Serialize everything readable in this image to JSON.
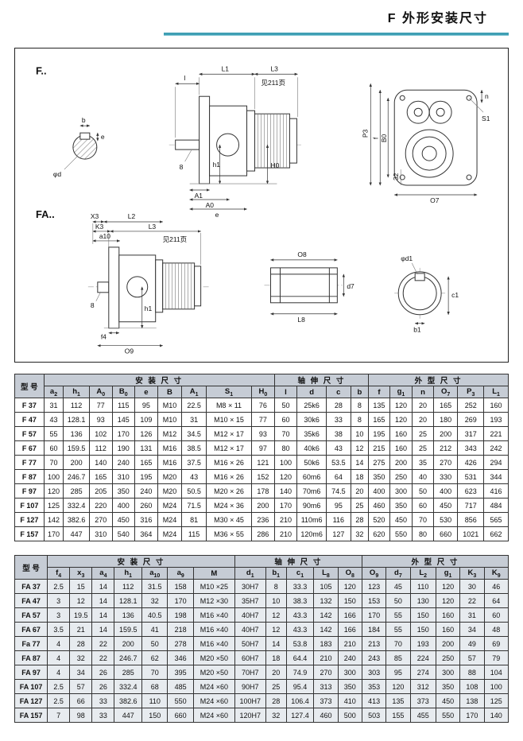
{
  "page": {
    "title": "F 外形安装尺寸"
  },
  "drawings": {
    "f_label": "F..",
    "fa_label": "FA..",
    "labels": {
      "b": "b",
      "e_detail": "e",
      "phi_d": "φd",
      "L1": "L1",
      "l": "l",
      "L3": "L3",
      "see_page": "见211页",
      "eight": "8",
      "h1": "h1",
      "H0": "H0",
      "A1": "A1",
      "A0": "A0",
      "e": "e",
      "n": "n",
      "P3": "P3",
      "f": "f",
      "B0": "B0",
      "s32": "32",
      "S1": "S1",
      "O7": "O7",
      "X3": "X3",
      "L2": "L2",
      "K3": "K3",
      "a10": "a10",
      "L3fa": "L3",
      "see_page2": "见211页",
      "h1fa": "h1",
      "eight2": "8",
      "f4": "f4",
      "O9": "O9",
      "O8": "O8",
      "L8": "L8",
      "d7": "d7",
      "phi_d1": "φd1",
      "c1": "c1",
      "b1": "b1"
    }
  },
  "table1": {
    "model_header": "型 号",
    "groups": [
      {
        "label": "安 装 尺 寸",
        "span": 9
      },
      {
        "label": "轴 伸 尺 寸",
        "span": 4
      },
      {
        "label": "外 型 尺 寸",
        "span": 6
      }
    ],
    "columns": [
      "a2",
      "h1",
      "A0",
      "B0",
      "e",
      "B",
      "A1",
      "S1",
      "H0",
      "l",
      "d",
      "c",
      "b",
      "f",
      "g1",
      "n",
      "O7",
      "P3",
      "L1"
    ],
    "rows": [
      {
        "model": "F 37",
        "values": [
          "31",
          "112",
          "77",
          "115",
          "95",
          "M10",
          "22.5",
          "M8 × 11",
          "76",
          "50",
          "25k6",
          "28",
          "8",
          "135",
          "120",
          "20",
          "165",
          "252",
          "160"
        ]
      },
      {
        "model": "F 47",
        "values": [
          "43",
          "128.1",
          "93",
          "145",
          "109",
          "M10",
          "31",
          "M10 × 15",
          "77",
          "60",
          "30k6",
          "33",
          "8",
          "165",
          "120",
          "20",
          "180",
          "269",
          "193"
        ]
      },
      {
        "model": "F 57",
        "values": [
          "55",
          "136",
          "102",
          "170",
          "126",
          "M12",
          "34.5",
          "M12 × 17",
          "93",
          "70",
          "35k6",
          "38",
          "10",
          "195",
          "160",
          "25",
          "200",
          "317",
          "221"
        ]
      },
      {
        "model": "F 67",
        "values": [
          "60",
          "159.5",
          "112",
          "190",
          "131",
          "M16",
          "38.5",
          "M12 × 17",
          "97",
          "80",
          "40k6",
          "43",
          "12",
          "215",
          "160",
          "25",
          "212",
          "343",
          "242"
        ]
      },
      {
        "model": "F 77",
        "values": [
          "70",
          "200",
          "140",
          "240",
          "165",
          "M16",
          "37.5",
          "M16 × 26",
          "121",
          "100",
          "50k6",
          "53.5",
          "14",
          "275",
          "200",
          "35",
          "270",
          "426",
          "294"
        ]
      },
      {
        "model": "F 87",
        "values": [
          "100",
          "246.7",
          "165",
          "310",
          "195",
          "M20",
          "43",
          "M16 × 26",
          "152",
          "120",
          "60m6",
          "64",
          "18",
          "350",
          "250",
          "40",
          "330",
          "531",
          "344"
        ]
      },
      {
        "model": "F 97",
        "values": [
          "120",
          "285",
          "205",
          "350",
          "240",
          "M20",
          "50.5",
          "M20 × 26",
          "178",
          "140",
          "70m6",
          "74.5",
          "20",
          "400",
          "300",
          "50",
          "400",
          "623",
          "416"
        ]
      },
      {
        "model": "F 107",
        "values": [
          "125",
          "332.4",
          "220",
          "400",
          "260",
          "M24",
          "71.5",
          "M24 × 36",
          "200",
          "170",
          "90m6",
          "95",
          "25",
          "460",
          "350",
          "60",
          "450",
          "717",
          "484"
        ]
      },
      {
        "model": "F 127",
        "values": [
          "142",
          "382.6",
          "270",
          "450",
          "316",
          "M24",
          "81",
          "M30 × 45",
          "236",
          "210",
          "110m6",
          "116",
          "28",
          "520",
          "450",
          "70",
          "530",
          "856",
          "565"
        ]
      },
      {
        "model": "F 157",
        "values": [
          "170",
          "447",
          "310",
          "540",
          "364",
          "M24",
          "115",
          "M36 × 55",
          "286",
          "210",
          "120m6",
          "127",
          "32",
          "620",
          "550",
          "80",
          "660",
          "1021",
          "662"
        ]
      }
    ]
  },
  "table2": {
    "model_header": "型 号",
    "groups": [
      {
        "label": "安 装 尺 寸",
        "span": 7
      },
      {
        "label": "轴 伸 尺 寸",
        "span": 5
      },
      {
        "label": "外 型 尺 寸",
        "span": 6
      }
    ],
    "columns": [
      "f4",
      "x3",
      "a4",
      "h1",
      "a10",
      "a9",
      "M",
      "d1",
      "b1",
      "c1",
      "L8",
      "O8",
      "O9",
      "d7",
      "L2",
      "g1",
      "K3",
      "K9"
    ],
    "rows": [
      {
        "model": "FA 37",
        "values": [
          "2.5",
          "15",
          "14",
          "112",
          "31.5",
          "158",
          "M10 ×25",
          "30H7",
          "8",
          "33.3",
          "105",
          "120",
          "123",
          "45",
          "110",
          "120",
          "30",
          "46"
        ]
      },
      {
        "model": "FA 47",
        "values": [
          "3",
          "12",
          "14",
          "128.1",
          "32",
          "170",
          "M12 ×30",
          "35H7",
          "10",
          "38.3",
          "132",
          "150",
          "153",
          "50",
          "130",
          "120",
          "22",
          "64"
        ]
      },
      {
        "model": "FA 57",
        "values": [
          "3",
          "19.5",
          "14",
          "136",
          "40.5",
          "198",
          "M16 ×40",
          "40H7",
          "12",
          "43.3",
          "142",
          "166",
          "170",
          "55",
          "150",
          "160",
          "31",
          "60"
        ]
      },
      {
        "model": "FA 67",
        "values": [
          "3.5",
          "21",
          "14",
          "159.5",
          "41",
          "218",
          "M16 ×40",
          "40H7",
          "12",
          "43.3",
          "142",
          "166",
          "184",
          "55",
          "150",
          "160",
          "34",
          "48"
        ]
      },
      {
        "model": "Fa 77",
        "values": [
          "4",
          "28",
          "22",
          "200",
          "50",
          "278",
          "M16 ×40",
          "50H7",
          "14",
          "53.8",
          "183",
          "210",
          "213",
          "70",
          "193",
          "200",
          "49",
          "69"
        ]
      },
      {
        "model": "FA 87",
        "values": [
          "4",
          "32",
          "22",
          "246.7",
          "62",
          "346",
          "M20 ×50",
          "60H7",
          "18",
          "64.4",
          "210",
          "240",
          "243",
          "85",
          "224",
          "250",
          "57",
          "79"
        ]
      },
      {
        "model": "FA 97",
        "values": [
          "4",
          "34",
          "26",
          "285",
          "70",
          "395",
          "M20 ×50",
          "70H7",
          "20",
          "74.9",
          "270",
          "300",
          "303",
          "95",
          "274",
          "300",
          "88",
          "104"
        ]
      },
      {
        "model": "FA 107",
        "values": [
          "2.5",
          "57",
          "26",
          "332.4",
          "68",
          "485",
          "M24 ×60",
          "90H7",
          "25",
          "95.4",
          "313",
          "350",
          "353",
          "120",
          "312",
          "350",
          "108",
          "100"
        ]
      },
      {
        "model": "FA 127",
        "values": [
          "2.5",
          "66",
          "33",
          "382.6",
          "110",
          "550",
          "M24 ×60",
          "100H7",
          "28",
          "106.4",
          "373",
          "410",
          "413",
          "135",
          "373",
          "450",
          "138",
          "125"
        ]
      },
      {
        "model": "FA 157",
        "values": [
          "7",
          "98",
          "33",
          "447",
          "150",
          "660",
          "M24 ×60",
          "120H7",
          "32",
          "127.4",
          "460",
          "500",
          "503",
          "155",
          "455",
          "550",
          "170",
          "140"
        ]
      }
    ]
  }
}
